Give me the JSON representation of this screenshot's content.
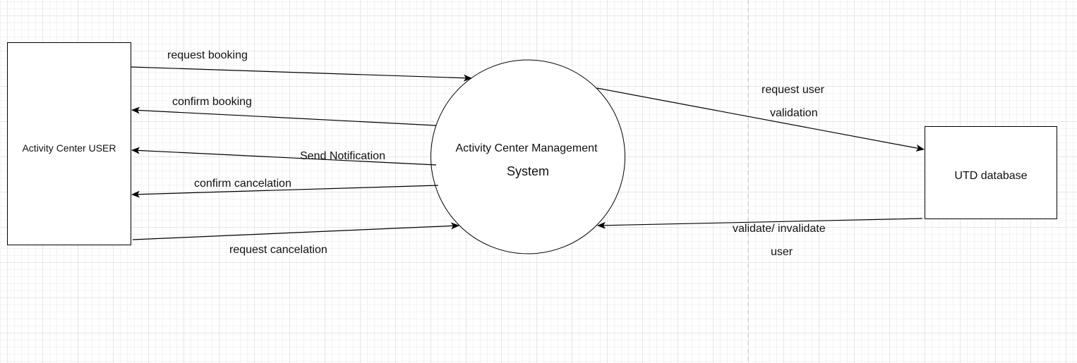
{
  "diagram": {
    "entities": {
      "user": "Activity Center USER",
      "database": "UTD database"
    },
    "process": {
      "line1": "Activity Center Management",
      "line2": "System"
    },
    "flows": {
      "request_booking": "request booking",
      "confirm_booking": "confirm booking",
      "send_notification": "Send Notification",
      "confirm_cancelation": "confirm cancelation",
      "request_cancelation": "request cancelation",
      "request_validation_line1": "request user",
      "request_validation_line2": "validation",
      "validate_line1": "validate/ invalidate",
      "validate_line2": "user"
    }
  }
}
